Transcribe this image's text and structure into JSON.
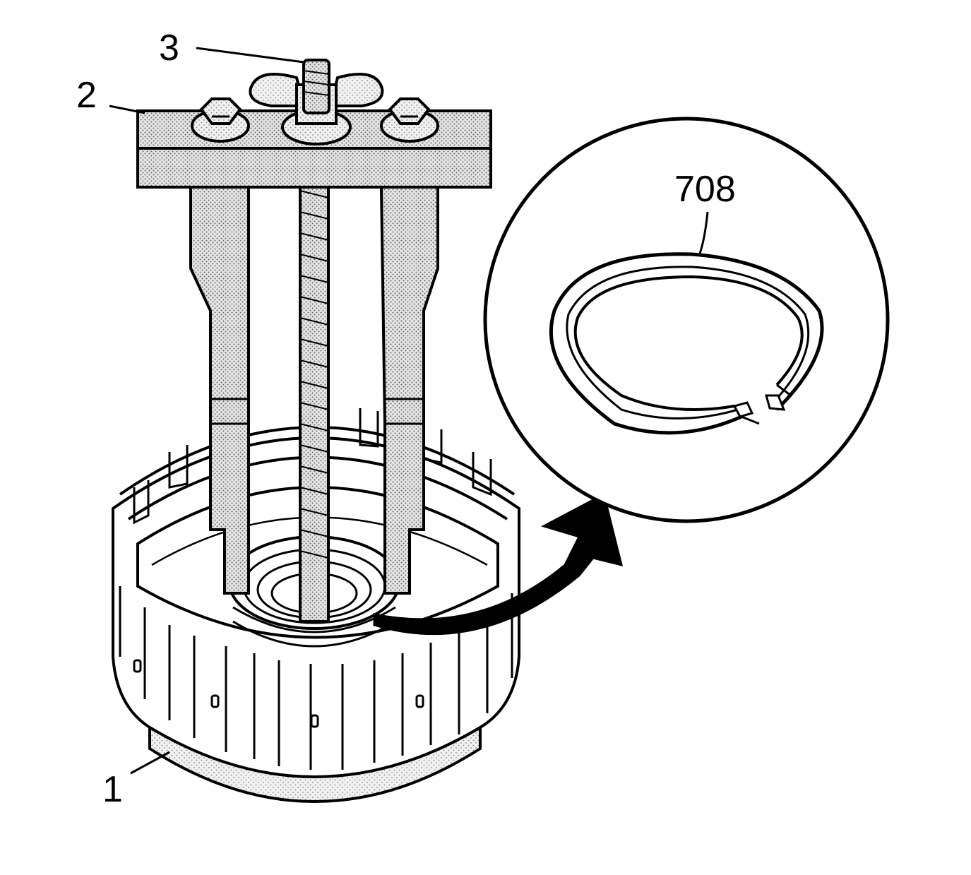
{
  "diagram": {
    "callouts": {
      "c1": "1",
      "c2": "2",
      "c3": "3",
      "c708": "708"
    },
    "colors": {
      "ink": "#000000",
      "paper": "#ffffff",
      "stipple": "#c9c9c9"
    },
    "parts": [
      "clutch-housing",
      "puller-crossbar",
      "wing-nut-screw",
      "snap-ring-detail"
    ]
  }
}
